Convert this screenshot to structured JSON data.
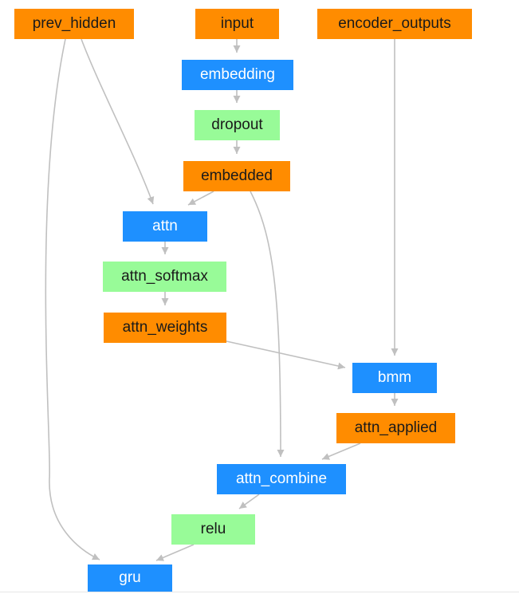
{
  "colors": {
    "orange": "#ff8c00",
    "blue": "#1e90ff",
    "green": "#98fb98",
    "edge": "#c0c0c0"
  },
  "nodes": [
    {
      "id": "prev_hidden",
      "label": "prev_hidden",
      "kind": "orange"
    },
    {
      "id": "input",
      "label": "input",
      "kind": "orange"
    },
    {
      "id": "encoder_outputs",
      "label": "encoder_outputs",
      "kind": "orange"
    },
    {
      "id": "embedding",
      "label": "embedding",
      "kind": "blue"
    },
    {
      "id": "dropout",
      "label": "dropout",
      "kind": "green"
    },
    {
      "id": "embedded",
      "label": "embedded",
      "kind": "orange"
    },
    {
      "id": "attn",
      "label": "attn",
      "kind": "blue"
    },
    {
      "id": "attn_softmax",
      "label": "attn_softmax",
      "kind": "green"
    },
    {
      "id": "attn_weights",
      "label": "attn_weights",
      "kind": "orange"
    },
    {
      "id": "bmm",
      "label": "bmm",
      "kind": "blue"
    },
    {
      "id": "attn_applied",
      "label": "attn_applied",
      "kind": "orange"
    },
    {
      "id": "attn_combine",
      "label": "attn_combine",
      "kind": "blue"
    },
    {
      "id": "relu",
      "label": "relu",
      "kind": "green"
    },
    {
      "id": "gru",
      "label": "gru",
      "kind": "blue"
    }
  ],
  "edges": [
    {
      "from": "input",
      "to": "embedding"
    },
    {
      "from": "embedding",
      "to": "dropout"
    },
    {
      "from": "dropout",
      "to": "embedded"
    },
    {
      "from": "prev_hidden",
      "to": "attn"
    },
    {
      "from": "embedded",
      "to": "attn"
    },
    {
      "from": "attn",
      "to": "attn_softmax"
    },
    {
      "from": "attn_softmax",
      "to": "attn_weights"
    },
    {
      "from": "attn_weights",
      "to": "bmm"
    },
    {
      "from": "encoder_outputs",
      "to": "bmm"
    },
    {
      "from": "bmm",
      "to": "attn_applied"
    },
    {
      "from": "attn_applied",
      "to": "attn_combine"
    },
    {
      "from": "embedded",
      "to": "attn_combine"
    },
    {
      "from": "attn_combine",
      "to": "relu"
    },
    {
      "from": "relu",
      "to": "gru"
    },
    {
      "from": "prev_hidden",
      "to": "gru"
    }
  ]
}
